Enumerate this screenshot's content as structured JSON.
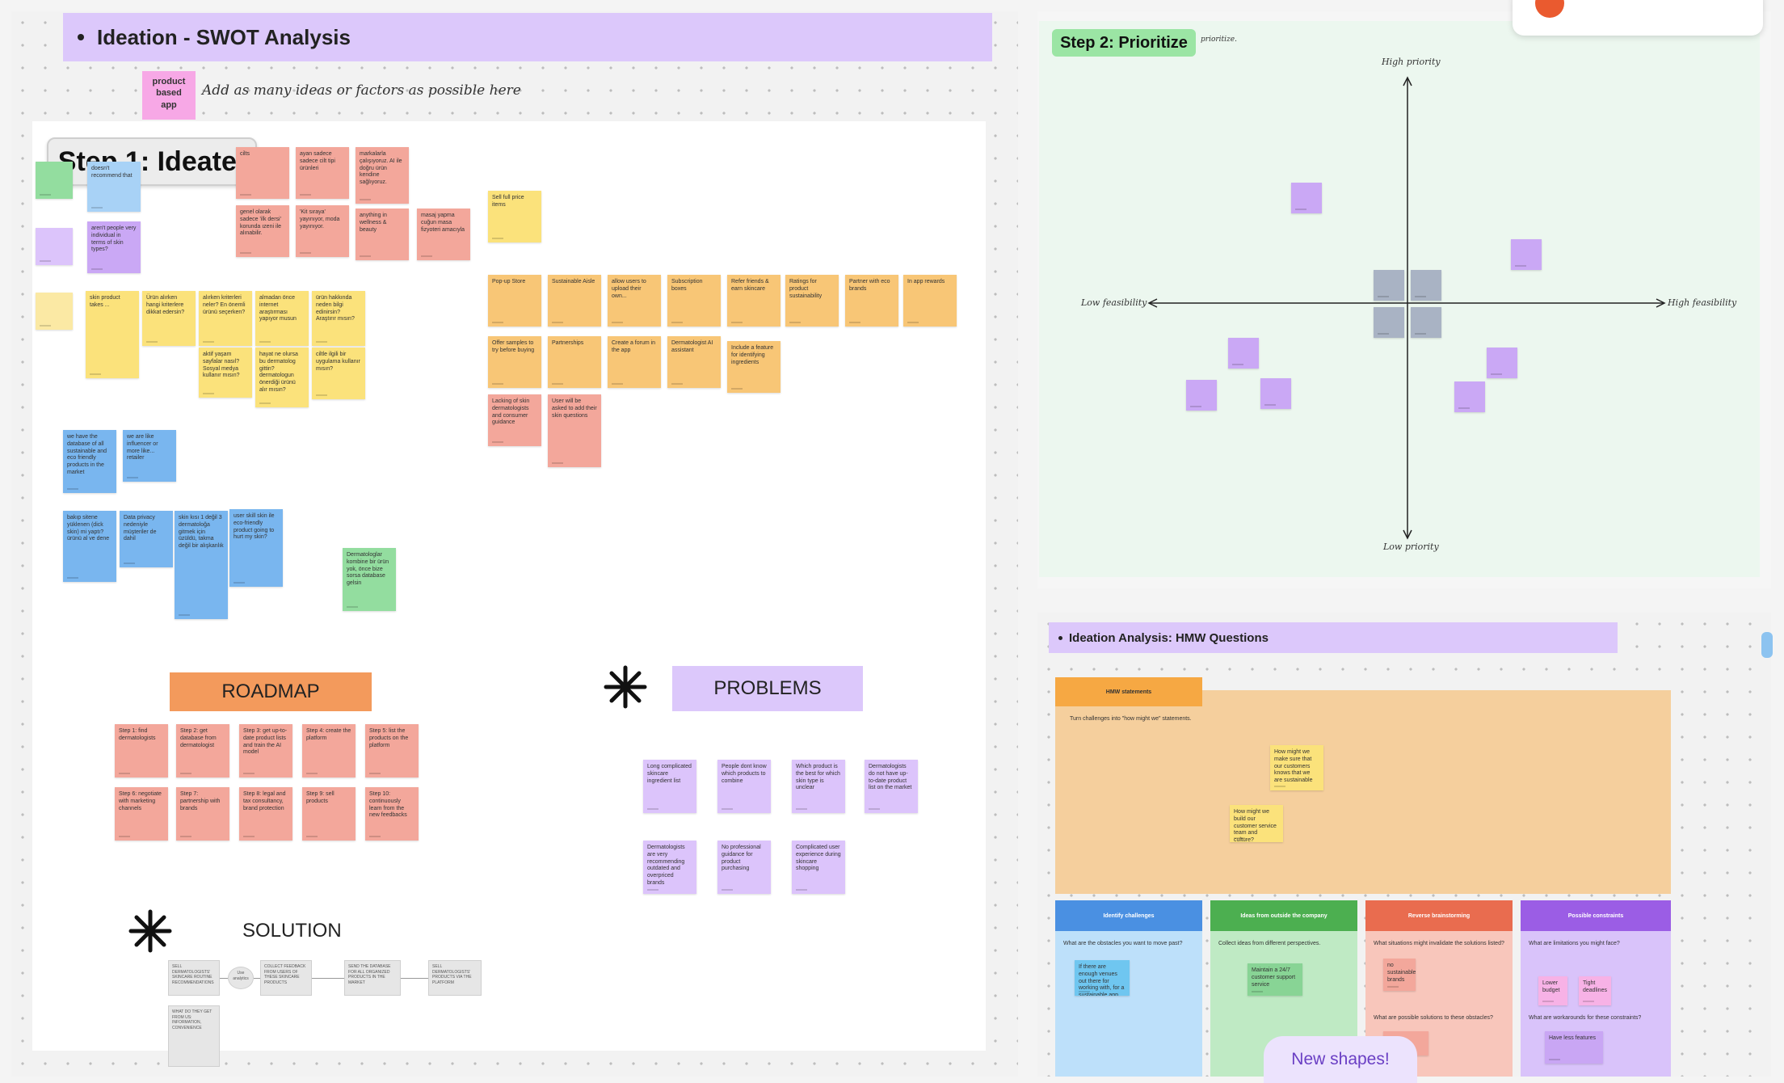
{
  "left_board": {
    "swot_title": "Ideation - SWOT Analysis",
    "product_sticky": "product based app",
    "hint": "Add as many ideas or factors as possible here",
    "step1_label": "Step 1: Ideate!",
    "stickies": [
      {
        "t": "doesn't recommend that"
      },
      {
        "t": "aren't people very individual in terms of skin types?"
      },
      {
        "t": "cilts"
      },
      {
        "t": "ayan sadece sadece cilt tipi ürünleri"
      },
      {
        "t": "markalarla çalışıyoruz. AI ile doğru ürün kendine sağlıyoruz."
      },
      {
        "t": "genel olarak sadece 'ilk dersi' korunda ızeni ile alınabilir."
      },
      {
        "t": "'Kit sıraya' yayınıyor, moda yayınıyor."
      },
      {
        "t": "anything in wellness & beauty"
      },
      {
        "t": "masaj yapma cuğun masa fizyoteri amacıyla"
      },
      {
        "t": "Sell full price items"
      },
      {
        "t": "skin product takes ..."
      },
      {
        "t": "Ürün alırken hangi kriterlere dikkat edersin?"
      },
      {
        "t": "alırken kriterleri neler? En önemli ürünü seçerken?"
      },
      {
        "t": "almadan önce internet araştırması yapıyor musun"
      },
      {
        "t": "ürün hakkında neden bilgi edinirsin? Araştırır mısın?"
      },
      {
        "t": "aktif yaşam sayfalar nasıl? Sosyal medya kullanır mısın?"
      },
      {
        "t": "hayat ne olursa bu dermatolog gittin? dermatologun önerdiği ürünü alır mısın?"
      },
      {
        "t": "ciltle ilgili bir uygulama kullanır mısın?"
      },
      {
        "t": "we have the database of all sustainable and eco friendly products in the market"
      },
      {
        "t": "we are like influencer or more like... retailer"
      },
      {
        "t": "bakıp sitene yüklenen (dick skin) mi yaptı? ürünü al ve dene"
      },
      {
        "t": "Data privacy nedeniyle müşteriler de dahil"
      },
      {
        "t": "skin kısı 1 değil 3 dermatoloğa gitmek için üzüldü, takma değil bir alışkanlık"
      },
      {
        "t": "user skill skin ile eco-friendly product going to hurt my skin?"
      },
      {
        "t": "Dermatologlar kombine bir ürün yok, önce bize sorsa database gelsin"
      }
    ],
    "orange_row": [
      {
        "t": "Pop-up Store"
      },
      {
        "t": "Sustainable Aisle"
      },
      {
        "t": "allow users to upload their own..."
      },
      {
        "t": "Subscription boxes"
      },
      {
        "t": "Refer friends & earn skincare"
      },
      {
        "t": "Ratings for product sustainability"
      },
      {
        "t": "Partner with eco brands"
      },
      {
        "t": "In app rewards"
      },
      {
        "t": "Offer samples to try before buying"
      },
      {
        "t": "Partnerships"
      },
      {
        "t": "Create a forum in the app"
      },
      {
        "t": "Dermatologist AI assistant"
      },
      {
        "t": "Include a feature for identifying ingredients"
      }
    ],
    "salmon_pair": [
      {
        "t": "Lacking of skin dermatologists and consumer guidance"
      },
      {
        "t": "User will be asked to add their skin questions"
      }
    ],
    "roadmap_label": "ROADMAP",
    "roadmap_steps": [
      {
        "t": "Step 1: find dermatologists"
      },
      {
        "t": "Step 2: get database from dermatologist"
      },
      {
        "t": "Step 3: get up-to-date product lists and train the AI model"
      },
      {
        "t": "Step 4: create the platform"
      },
      {
        "t": "Step 5: list the products on the platform"
      },
      {
        "t": "Step 6: negotiate with marketing channels"
      },
      {
        "t": "Step 7: partnership with brands"
      },
      {
        "t": "Step 8: legal and tax consultancy, brand protection"
      },
      {
        "t": "Step 9: sell products"
      },
      {
        "t": "Step 10: continuously learn from the new feedbacks"
      }
    ],
    "problems_label": "PROBLEMS",
    "problems": [
      {
        "t": "Long complicated skincare ingredient list"
      },
      {
        "t": "People dont know which products to combine"
      },
      {
        "t": "Which product is the best for which skin type is unclear"
      },
      {
        "t": "Dermatologists do not have up-to-date product list on the market"
      },
      {
        "t": "Dermatologists are very recommending outdated and overpriced brands"
      },
      {
        "t": "No professional guidance for product purchasing"
      },
      {
        "t": "Complicated user experience during skincare shopping"
      }
    ],
    "solution_label": "SOLUTION",
    "solution_flow": [
      {
        "t": "SELL DERMATOLOGISTS' SKINCARE ROUTINE RECOMMENDATIONS"
      },
      {
        "t": "Use analytics"
      },
      {
        "t": "COLLECT FEEDBACK FROM USERS OF THESE SKINCARE PRODUCTS"
      },
      {
        "t": "SEND THE DATABASE FOR ALL ORGANIZED PRODUCTS IN THE MARKET"
      },
      {
        "t": "SELL DERMATOLOGISTS' PRODUCTS VIA THE PLATFORM"
      },
      {
        "t": "WHAT DO THEY GET FROM US: INFORMATION, CONVENIENCE"
      }
    ]
  },
  "prioritize": {
    "step_label": "Step 2: Prioritize",
    "note": "prioritize.",
    "high_priority": "High priority",
    "low_priority": "Low priority",
    "low_feasibility": "Low feasibility",
    "high_feasibility": "High feasibility"
  },
  "hmw": {
    "title": "Ideation Analysis: HMW Questions",
    "statements_label": "HMW statements",
    "statements_sub": "Turn challenges into \"how might we\" statements.",
    "sticky1": "How might we make sure that our customers knows that we are sustainable",
    "sticky2": "How might we build our customer service team and culture?",
    "columns": [
      {
        "header": "Identify challenges",
        "prompt": "What are the obstacles you want to move past?",
        "note": "If there are enough venues out there for working with, for a sustainable app.",
        "color": "#4a90e2",
        "bg": "#bde0fa"
      },
      {
        "header": "Ideas from outside the company",
        "prompt": "Collect ideas from different perspectives.",
        "note": "Maintain a 24/7 customer support service",
        "color": "#4caf50",
        "bg": "#bfeac4"
      },
      {
        "header": "Reverse brainstorming",
        "prompt": "What situations might invalidate the solutions listed?",
        "note": "no sustainable brands",
        "prompt2": "What are possible solutions to these obstacles?",
        "color": "#e96c4f",
        "bg": "#f8c6bb"
      },
      {
        "header": "Possible constraints",
        "prompt": "What are limitations you might face?",
        "note": "Lower budget",
        "note2": "Tight deadlines",
        "prompt2": "What are workarounds for these constraints?",
        "note3": "Have less features",
        "color": "#9b5de5",
        "bg": "#d9c3fa"
      }
    ],
    "new_shapes": "New shapes!"
  }
}
